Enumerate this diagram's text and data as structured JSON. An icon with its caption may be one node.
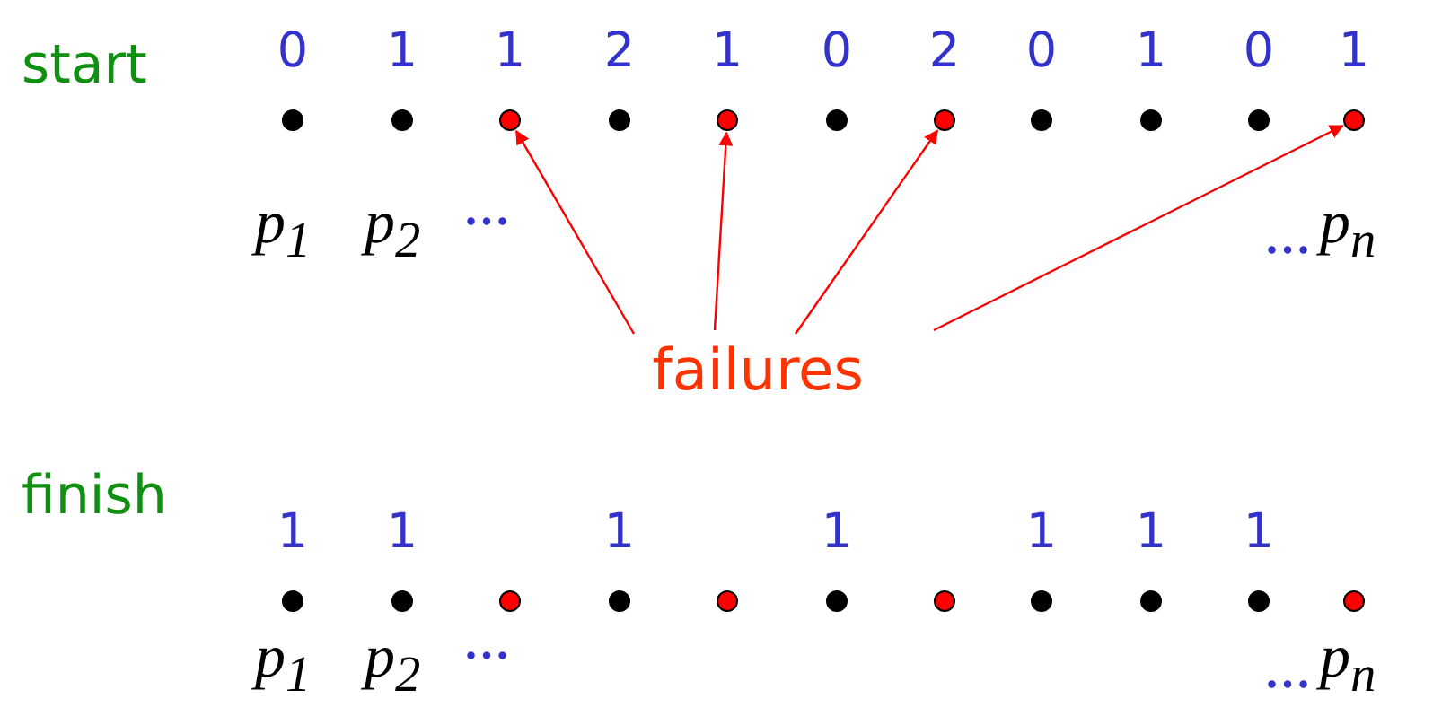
{
  "diagram": {
    "nodes": [
      {
        "text": [],
        "shape": "circle",
        "beside": [
          "0"
        ]
      },
      {
        "text": [],
        "shape": "circle",
        "beside": [
          "1"
        ]
      },
      {
        "text": [],
        "shape": "circle",
        "beside": [
          "1"
        ]
      },
      {
        "text": [],
        "shape": "circle",
        "beside": [
          "2"
        ]
      },
      {
        "text": [],
        "shape": "circle",
        "beside": [
          "1"
        ]
      },
      {
        "text": [],
        "shape": "circle",
        "beside": [
          "0"
        ]
      },
      {
        "text": [],
        "shape": "circle",
        "beside": [
          "2"
        ]
      },
      {
        "text": [],
        "shape": "circle",
        "beside": [
          "0"
        ]
      },
      {
        "text": [],
        "shape": "circle",
        "beside": [
          "1"
        ]
      },
      {
        "text": [],
        "shape": "circle",
        "beside": [
          "0"
        ]
      },
      {
        "text": [],
        "shape": "circle",
        "beside": [
          "1"
        ]
      },
      {
        "text": [
          "failures"
        ]
      },
      {
        "text": [],
        "shape": "circle",
        "beside": [
          "1"
        ]
      },
      {
        "text": [],
        "shape": "circle",
        "beside": [
          "1"
        ]
      },
      {
        "text": [],
        "shape": "circle"
      },
      {
        "text": [],
        "shape": "circle",
        "beside": [
          "1"
        ]
      },
      {
        "text": [],
        "shape": "circle"
      },
      {
        "text": [],
        "shape": "circle",
        "beside": [
          "1"
        ]
      },
      {
        "text": [],
        "shape": "circle"
      },
      {
        "text": [],
        "shape": "circle",
        "beside": [
          "1"
        ]
      },
      {
        "text": [],
        "shape": "circle",
        "beside": [
          "1"
        ]
      },
      {
        "text": [],
        "shape": "circle",
        "beside": [
          "1"
        ]
      },
      {
        "text": [],
        "shape": "circle"
      }
    ],
    "edges": [
      {
        "from": 11,
        "to": 2,
        "arrow": "to"
      },
      {
        "from": 11,
        "to": 4,
        "arrow": "to"
      },
      {
        "from": 11,
        "to": 6,
        "arrow": "to"
      },
      {
        "from": 11,
        "to": 10,
        "arrow": "to"
      }
    ],
    "labels": [
      "start",
      "p$_{1}$",
      "p$_{2}$",
      "…",
      "…",
      "p$_{n}$",
      "finish",
      "p$_{1}$",
      "p$_{2}$",
      "…",
      "…",
      "p$_{n}$"
    ]
  }
}
